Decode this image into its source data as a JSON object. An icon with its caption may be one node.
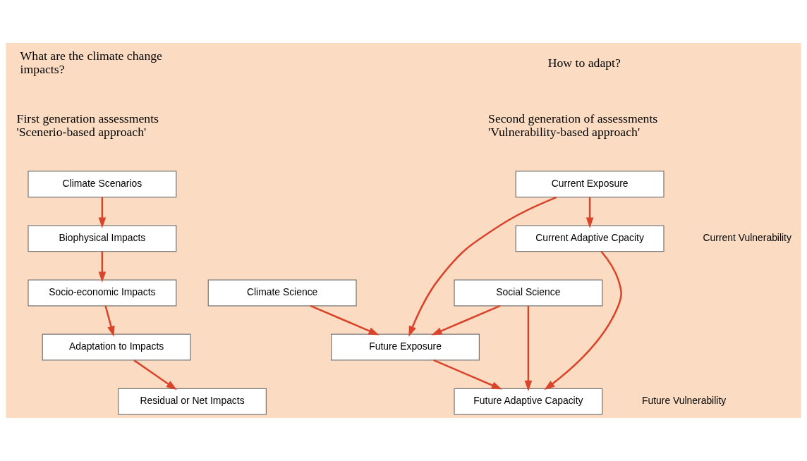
{
  "diagram": {
    "nodes": [
      {
        "text": [
          "Climate Scenarios"
        ]
      },
      {
        "text": [
          "Biophysical Impacts"
        ]
      },
      {
        "text": [
          "Socio-economic Impacts"
        ]
      },
      {
        "text": [
          "Adaptation to Impacts"
        ]
      },
      {
        "text": [
          "Residual or Net Impacts"
        ]
      },
      {
        "text": [
          "Climate Science"
        ]
      },
      {
        "text": [
          "Social Science"
        ]
      },
      {
        "text": [
          "Current Exposure"
        ]
      },
      {
        "text": [
          "Current Adaptive Cpacity"
        ]
      },
      {
        "text": [
          "Future Exposure"
        ]
      },
      {
        "text": [
          "Future Adaptive Capacity"
        ]
      }
    ],
    "edges": [
      {
        "from": 0,
        "to": 1,
        "arrow": "to"
      },
      {
        "from": 1,
        "to": 2,
        "arrow": "to"
      },
      {
        "from": 2,
        "to": 3,
        "arrow": "to"
      },
      {
        "from": 3,
        "to": 4,
        "arrow": "to"
      },
      {
        "from": 7,
        "to": 8,
        "arrow": "to"
      },
      {
        "from": 9,
        "to": 10,
        "arrow": "to"
      },
      {
        "from": 7,
        "to": 9,
        "arrow": "to"
      },
      {
        "from": 5,
        "to": 9,
        "arrow": "to"
      },
      {
        "from": 6,
        "to": 9,
        "arrow": "to"
      },
      {
        "from": 8,
        "to": 10,
        "arrow": "to"
      },
      {
        "from": 6,
        "to": 10,
        "arrow": "to"
      }
    ],
    "labels": [
      "What are the climate change impacts?",
      "How to adapt?",
      "First generation assessments 'Scenerio-based approach'",
      "Second generation of assessments 'Vulnerability-based approach'",
      "Current Vulnerability",
      "Future Vulnerability"
    ]
  }
}
